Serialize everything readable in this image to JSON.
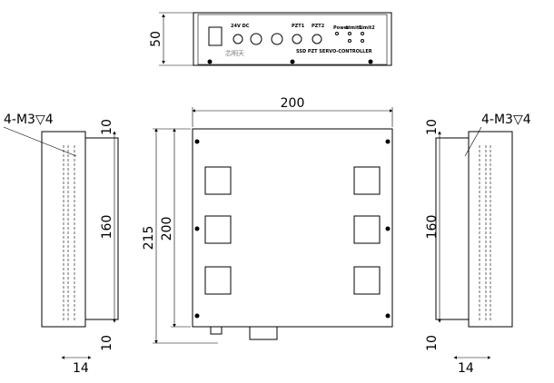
{
  "front_panel": {
    "power_in": "24V DC",
    "port1": "PZT1",
    "port2": "PZT2",
    "leds": [
      "Power",
      "Limit1",
      "Limit2"
    ],
    "model": "SSD PZT SERVO-CONTROLLER",
    "logo": "芯明天"
  },
  "dims": {
    "height": "50",
    "width": "200",
    "total_depth": "215",
    "depth": "200",
    "top_margin": "10",
    "hole_span": "160",
    "bottom_margin": "10",
    "offset": "14",
    "screw_left": "4-M3▽4",
    "screw_right": "4-M3▽4"
  }
}
